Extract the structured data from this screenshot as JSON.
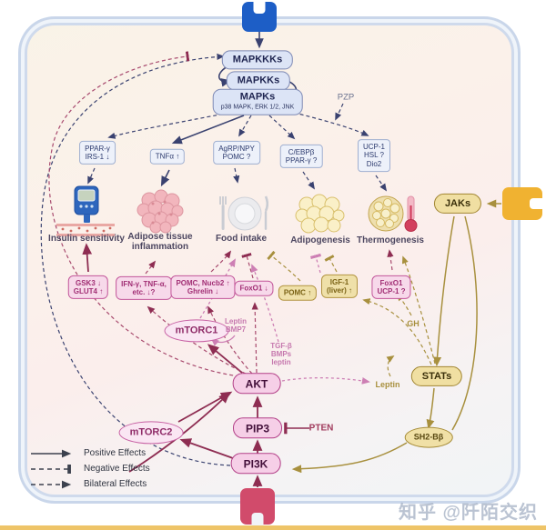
{
  "watermark": {
    "text": "知乎 @阡陌交织"
  },
  "colors": {
    "receptor_top": "#1d5ec6",
    "receptor_right": "#f0b231",
    "receptor_bottom": "#d14b6b",
    "pink_accent": "#c2569a",
    "gold_accent": "#b29440",
    "navy_accent": "#3a4270"
  },
  "cascade": {
    "mapkkks": "MAPKKKs",
    "mapkks": "MAPKKs",
    "mapks": "MAPKs",
    "mapks_members": "p38 MAPK, ERK 1/2, JNK",
    "pzp": "PZP"
  },
  "mediators": [
    {
      "label": "PPAR-γ\nIRS-1 ↓"
    },
    {
      "label": "TNFα ↑"
    },
    {
      "label": "AgRP/NPY\nPOMC ?"
    },
    {
      "label": "C/EBPβ\nPPAR-γ ?"
    },
    {
      "label": "UCP-1\nHSL ?\nDio2"
    }
  ],
  "processes": [
    {
      "label": "Insulin sensitivity",
      "icon": "glucometer-icon"
    },
    {
      "label": "Adipose tissue\ninflammation",
      "icon": "adipose-cells-icon"
    },
    {
      "label": "Food intake",
      "icon": "plate-icon"
    },
    {
      "label": "Adipogenesis",
      "icon": "fat-cells-icon"
    },
    {
      "label": "Thermogenesis",
      "icon": "thermometer-icon"
    }
  ],
  "effectors": {
    "gsk3": "GSK3 ↓\nGLUT4 ↑",
    "ifn": "IFN-γ, TNF-α,\netc. ↓?",
    "pomc_nucb2": "POMC, Nucb2 ↑\nGhrelin ↓",
    "foxo1": "FoxO1 ↓",
    "pomc": "POMC ↑",
    "igf1": "IGF-1\n(liver) ↑",
    "foxo1_ucp1": "FoxO1\nUCP-1 ?"
  },
  "nodes": {
    "mtorc1": "mTORC1",
    "mtorc2": "mTORC2",
    "akt": "AKT",
    "pip3": "PIP3",
    "pi3k": "PI3K",
    "pten": "PTEN",
    "jaks": "JAKs",
    "stats": "STATs",
    "sh2bb": "SH2-Bβ",
    "gh": "GH",
    "leptin": "Leptin",
    "leptin_bmp7": "Leptin\nBMP7",
    "tgfb": "TGF-β\nBMPs\nleptin"
  },
  "legend": {
    "items": [
      {
        "label": "Positive Effects"
      },
      {
        "label": "Negative Effects"
      },
      {
        "label": "Bilateral Effects"
      }
    ]
  }
}
